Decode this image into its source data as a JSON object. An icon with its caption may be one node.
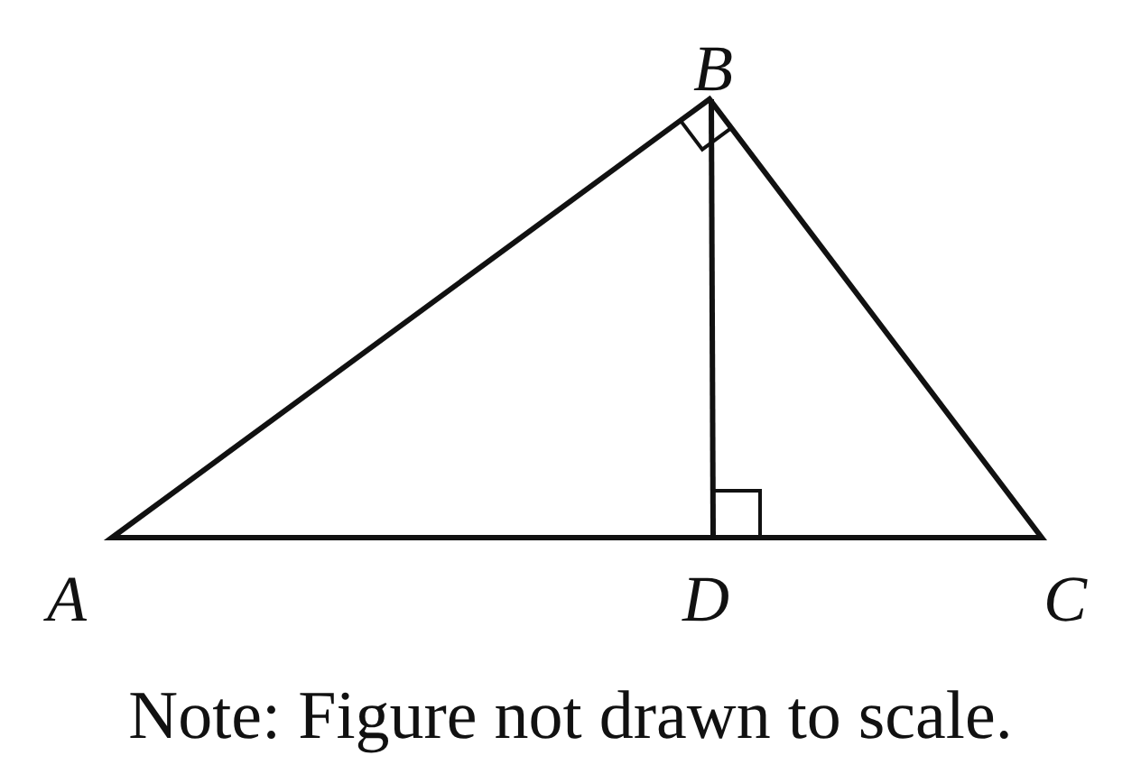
{
  "diagram": {
    "labels": [
      "B",
      "A",
      "D",
      "C"
    ],
    "caption": "Note: Figure not drawn to scale."
  }
}
